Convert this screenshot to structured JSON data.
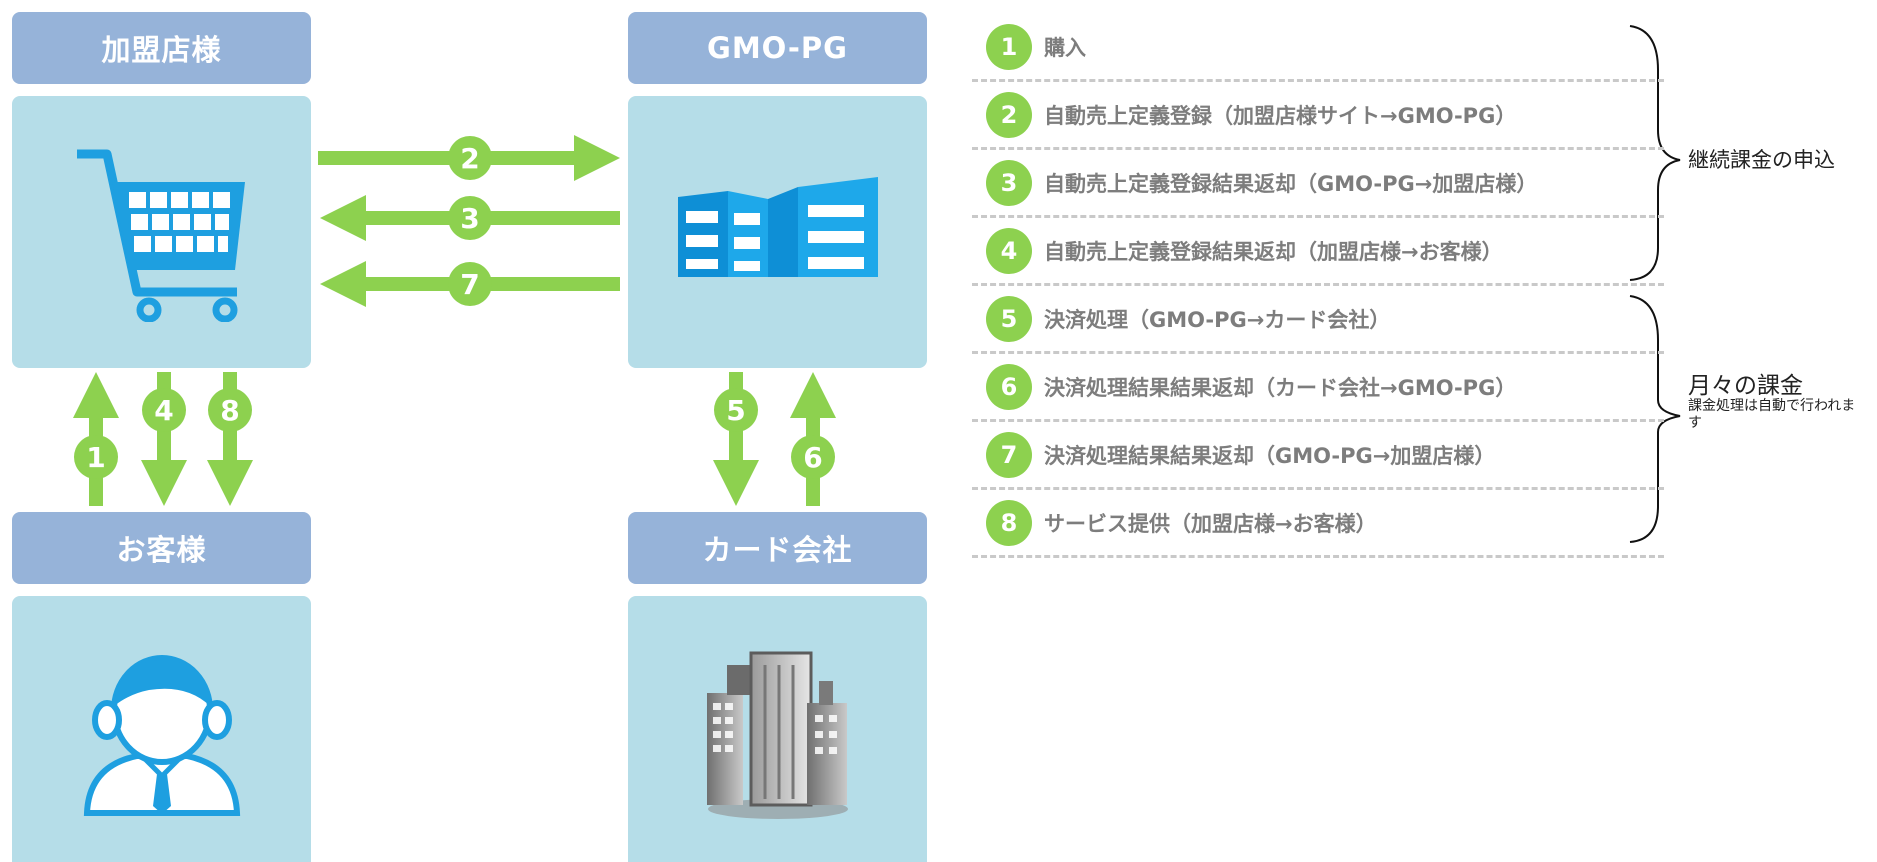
{
  "entities": {
    "merchant": {
      "label": "加盟店様",
      "icon": "shopping-cart-icon"
    },
    "gmo": {
      "label": "GMO-PG",
      "icon": "office-building-icon"
    },
    "customer": {
      "label": "お客様",
      "icon": "customer-person-icon"
    },
    "card_company": {
      "label": "カード会社",
      "icon": "skyscraper-icon"
    }
  },
  "flow_arrows": {
    "a2": "2",
    "a3": "3",
    "a7": "7",
    "a1": "1",
    "a4": "4",
    "a8": "8",
    "a5": "5",
    "a6": "6"
  },
  "steps": [
    {
      "num": "1",
      "text": "購入"
    },
    {
      "num": "2",
      "text": "自動売上定義登録（加盟店様サイト→GMO-PG）"
    },
    {
      "num": "3",
      "text": "自動売上定義登録結果返却（GMO-PG→加盟店様）"
    },
    {
      "num": "4",
      "text": "自動売上定義登録結果返却（加盟店様→お客様）"
    },
    {
      "num": "5",
      "text": "決済処理（GMO-PG→カード会社）"
    },
    {
      "num": "6",
      "text": "決済処理結果結果返却（カード会社→GMO-PG）"
    },
    {
      "num": "7",
      "text": "決済処理結果結果返却（GMO-PG→加盟店様）"
    },
    {
      "num": "8",
      "text": "サービス提供（加盟店様→お客様）"
    }
  ],
  "groups": {
    "signup": {
      "label": "継続課金の申込"
    },
    "monthly": {
      "label": "月々の課金",
      "note": "課金処理は自動で行われます"
    }
  },
  "colors": {
    "header": "#96b3d9",
    "panel": "#b5dde8",
    "arrow": "#8dd14f",
    "icon_blue": "#1e9fe0",
    "step_text": "#7d7d7d"
  }
}
